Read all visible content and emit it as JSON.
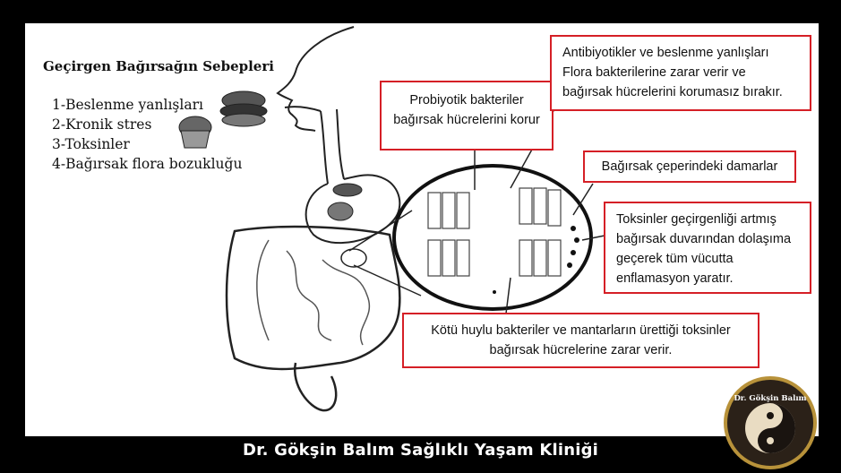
{
  "heading": "Geçirgen Bağırsağın Sebepleri",
  "causes": [
    "1-Beslenme yanlışları",
    "2-Kronik stres",
    "3-Toksinler",
    "4-Bağırsak flora bozukluğu"
  ],
  "callouts": {
    "probiotic": "Probiyotik bakteriler bağırsak hücrelerini korur",
    "antibiotic": "Antibiyotikler ve beslenme yanlışları Flora bakterilerine zarar verir ve bağırsak hücrelerini korumasız bırakır.",
    "vessels": "Bağırsak çeperindeki damarlar",
    "toxins": "Toksinler geçirgenliği artmış bağırsak duvarından dolaşıma geçerek tüm vücutta enflamasyon yaratır.",
    "bad_bacteria": "Kötü huylu bakteriler ve mantarların ürettiği toksinler bağırsak hücrelerine zarar verir."
  },
  "footer": "Dr. Gökşin Balım Sağlıklı Yaşam Kliniği",
  "seal_text": "Dr. Gökşin Balım",
  "colors": {
    "callout_border": "#d51f26",
    "background": "#000000",
    "panel": "#ffffff",
    "gold": "#b8923a"
  }
}
